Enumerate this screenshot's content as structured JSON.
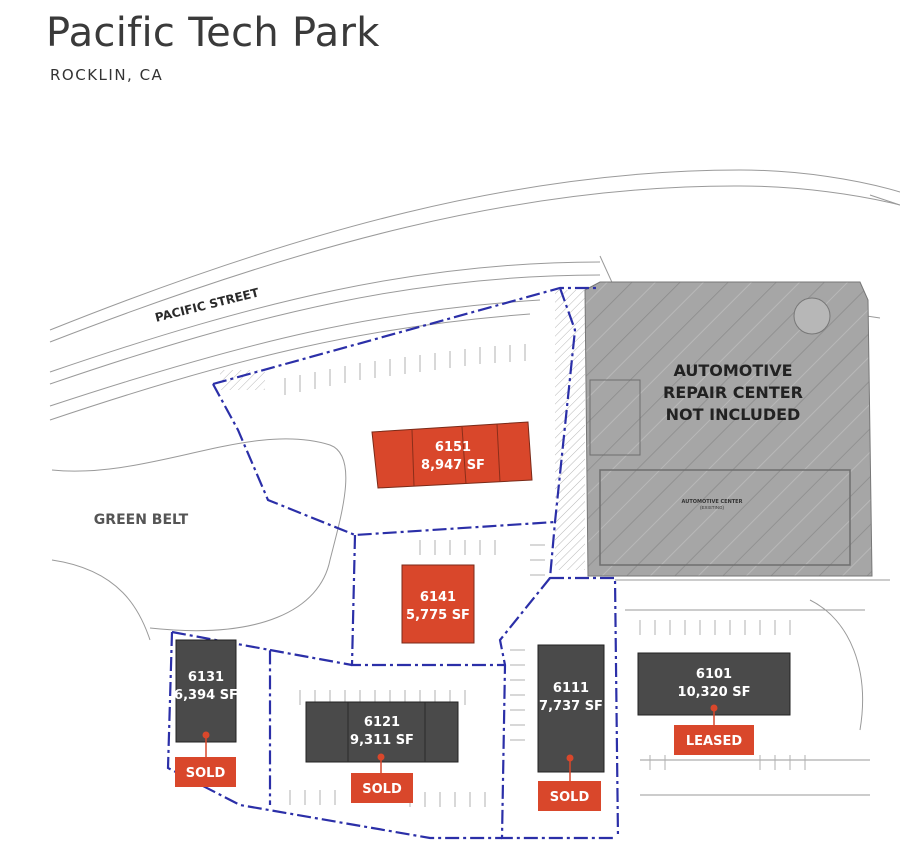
{
  "header": {
    "title": "Pacific Tech Park",
    "subtitle": "ROCKLIN, CA"
  },
  "map": {
    "street_label": "PACIFIC STREET",
    "green_belt_label": "GREEN BELT",
    "repair_center_lines": [
      "AUTOMOTIVE",
      "REPAIR CENTER",
      "NOT INCLUDED"
    ],
    "existing_lines": [
      "AUTOMOTIVE CENTER",
      "(EXISTING)"
    ],
    "colors": {
      "available": "#d9472b",
      "sold": "#4a4a4a",
      "boundary": "#2b2fa8",
      "tag": "#d9472b",
      "excluded_area": "#a8a8a8"
    }
  },
  "buildings": [
    {
      "id": "6151",
      "area": "8,947 SF",
      "status": ""
    },
    {
      "id": "6141",
      "area": "5,775 SF",
      "status": ""
    },
    {
      "id": "6131",
      "area": "6,394 SF",
      "status": "SOLD"
    },
    {
      "id": "6121",
      "area": "9,311 SF",
      "status": "SOLD"
    },
    {
      "id": "6111",
      "area": "7,737 SF",
      "status": "SOLD"
    },
    {
      "id": "6101",
      "area": "10,320 SF",
      "status": "LEASED"
    }
  ]
}
